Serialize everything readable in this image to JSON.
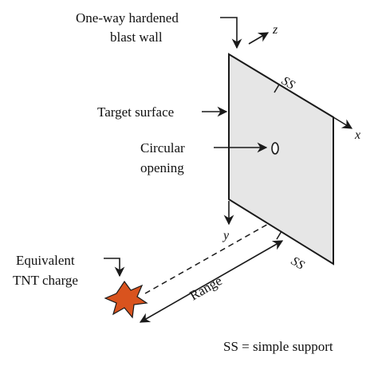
{
  "labels": {
    "wall_line1": "One-way hardened",
    "wall_line2": "blast wall",
    "target_surface": "Target surface",
    "opening_line1": "Circular",
    "opening_line2": "opening",
    "charge_line1": "Equivalent",
    "charge_line2": "TNT charge",
    "range": "Range",
    "ss_top": "SS",
    "ss_bottom": "SS",
    "legend": "SS = simple support"
  },
  "axes": {
    "x": "x",
    "y": "y",
    "z": "z"
  },
  "colors": {
    "panel_fill": "#e6e6e6",
    "line": "#1a1a1a",
    "charge_fill": "#d9531e"
  },
  "icons": {
    "charge": "explosion-star-icon",
    "opening": "ellipse-opening-icon"
  }
}
